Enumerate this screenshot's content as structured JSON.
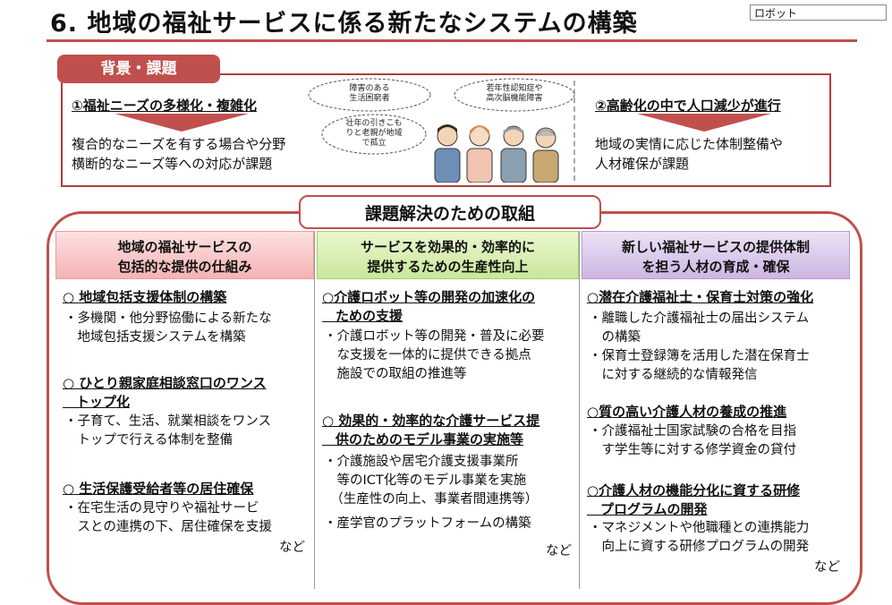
{
  "page": {
    "title": "6. 地域の福祉サービスに係る新たなシステムの構築",
    "search_value": "ロボット"
  },
  "background": {
    "tab_label": "背景・課題",
    "left": {
      "heading": "①福祉ニーズの多様化・複雑化",
      "lines": [
        "複合的なニーズを有する場合や分野",
        "横断的なニーズ等への対応が課題"
      ]
    },
    "right": {
      "heading": "②高齢化の中で人口減少が進行",
      "lines": [
        "地域の実情に応じた体制整備や",
        "人材確保が課題"
      ]
    },
    "bubbles": [
      {
        "lines": [
          "障害のある",
          "生活困窮者"
        ]
      },
      {
        "lines": [
          "若年性認知症や",
          "高次脳機能障害"
        ]
      },
      {
        "lines": [
          "壮年の引きこも",
          "りと老親が地域",
          "で孤立"
        ]
      }
    ]
  },
  "solutions": {
    "title": "課題解決のための取組",
    "columns": [
      {
        "head": [
          "地域の福祉サービスの",
          "包括的な提供の仕組み"
        ],
        "items": [
          {
            "title": [
              "○ 地域包括支援体制の構築"
            ],
            "body": [
              "・多機関・他分野協働による新たな",
              "　地域包括支援システムを構築"
            ]
          },
          {
            "title": [
              "○ ひとり親家庭相談窓口のワンス",
              "　トップ化"
            ],
            "body": [
              "・子育て、生活、就業相談をワンス",
              "　トップで行える体制を整備"
            ]
          },
          {
            "title": [
              "○ 生活保護受給者等の居住確保"
            ],
            "body": [
              "・在宅生活の見守りや福祉サービ",
              "　スとの連携の下、居住確保を支援"
            ]
          }
        ],
        "footer": "など"
      },
      {
        "head": [
          "サービスを効果的・効率的に",
          "提供するための生産性向上"
        ],
        "items": [
          {
            "title": [
              "○介護ロボット等の開発の加速化の",
              "　ための支援"
            ],
            "body": [
              "・介護ロボット等の開発・普及に必要",
              "　な支援を一体的に提供できる拠点",
              "　施設での取組の推進等"
            ]
          },
          {
            "title": [
              "○ 効果的・効率的な介護サービス提",
              "　供のためのモデル事業の実施等"
            ],
            "body": [
              "・介護施設や居宅介護支援事業所",
              "　等のICT化等のモデル事業を実施",
              "　（生産性の向上、事業者間連携等）",
              "",
              "・産学官のプラットフォームの構築"
            ]
          }
        ],
        "footer": "など"
      },
      {
        "head": [
          "新しい福祉サービスの提供体制",
          "を担う人材の育成・確保"
        ],
        "items": [
          {
            "title": [
              "○潜在介護福祉士・保育士対策の強化"
            ],
            "body": [
              "・離職した介護福祉士の届出システム",
              "　の構築",
              "・保育士登録簿を活用した潜在保育士",
              "　に対する継続的な情報発信"
            ]
          },
          {
            "title": [
              "○質の高い介護人材の養成の推進"
            ],
            "body": [
              "・介護福祉士国家試験の合格を目指",
              "　す学生等に対する修学資金の貸付"
            ]
          },
          {
            "title": [
              "○介護人材の機能分化に資する研修",
              "　プログラムの開発"
            ],
            "body": [
              "・マネジメントや他職種との連携能力",
              "　向上に資する研修プログラムの開発"
            ]
          }
        ],
        "footer": "など"
      }
    ]
  },
  "colors": {
    "accent_red": "#c0504d",
    "col1_head": "#f4b3b3",
    "col2_head": "#c9e79a",
    "col3_head": "#cdb6e3"
  }
}
